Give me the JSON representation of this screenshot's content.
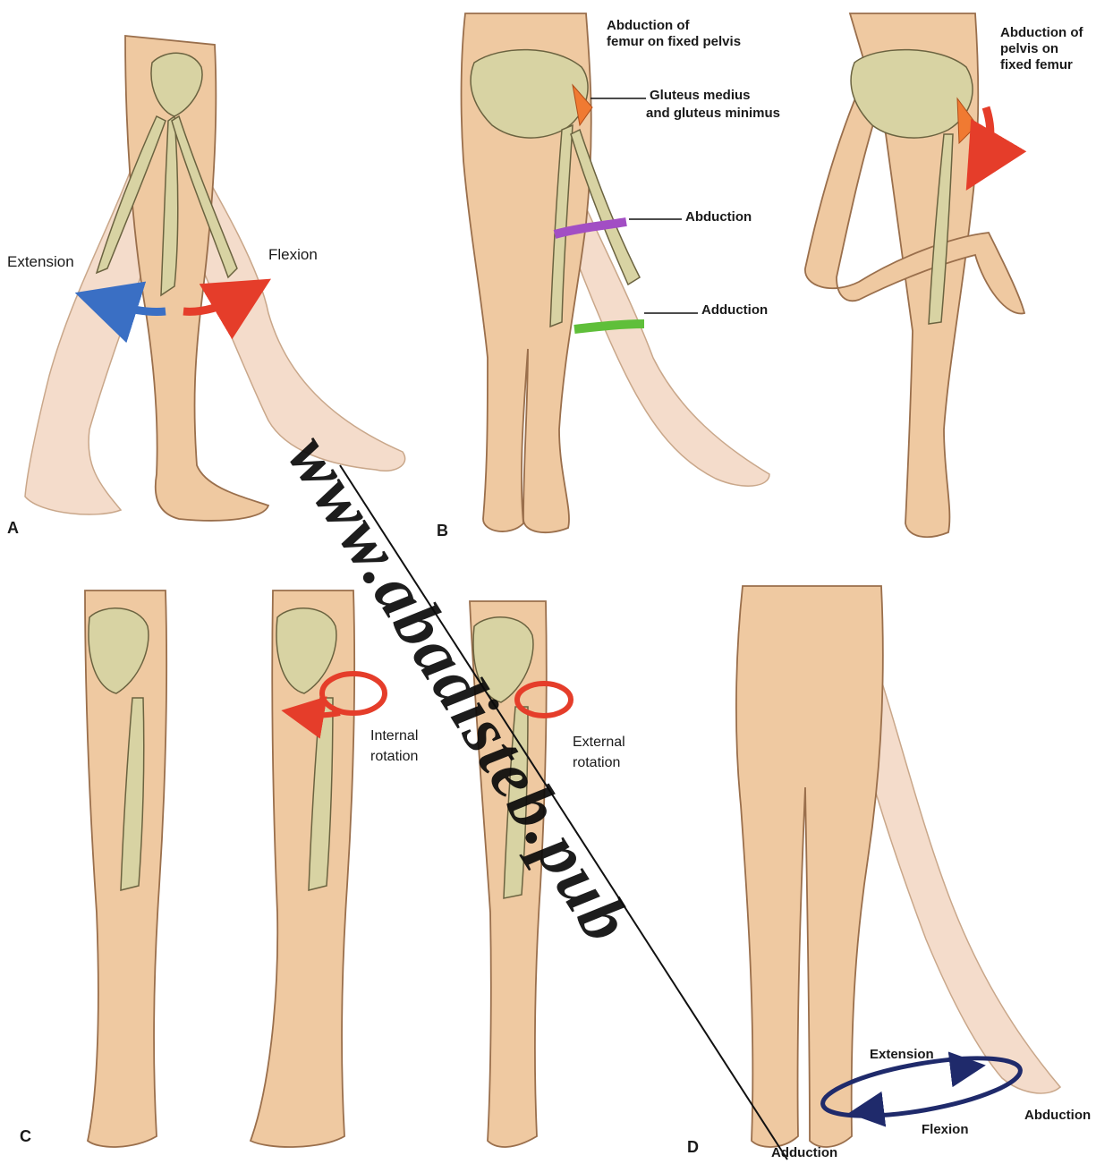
{
  "panels": {
    "a": {
      "letter": "A",
      "extension_label": "Extension",
      "flexion_label": "Flexion"
    },
    "b": {
      "letter": "B",
      "abduction_femur_line1": "Abduction of",
      "abduction_femur_line2": "femur on fixed pelvis",
      "gluteus_line1": "Gluteus medius",
      "gluteus_line2": "and gluteus minimus",
      "abduction_label": "Abduction",
      "adduction_label": "Adduction",
      "abduction_pelvis_line1": "Abduction of",
      "abduction_pelvis_line2": "pelvis on",
      "abduction_pelvis_line3": "fixed femur"
    },
    "c": {
      "letter": "C",
      "internal_line1": "Internal",
      "internal_line2": "rotation",
      "external_line1": "External",
      "external_line2": "rotation"
    },
    "d": {
      "letter": "D",
      "extension_label": "Extension",
      "flexion_label": "Flexion",
      "abduction_label": "Abduction",
      "adduction_label": "Adduction"
    }
  },
  "watermark": "www.abadisteb.pub",
  "colors": {
    "skin": "#efc9a1",
    "skin_light": "#f4dccb",
    "skin_outline": "#9a6f4c",
    "bone": "#d8d3a3",
    "bone_outline": "#6b6340",
    "arrow_red": "#e53d2a",
    "arrow_blue": "#3a6fc4",
    "arrow_purple": "#a24ec4",
    "arrow_green": "#5fbf3a",
    "muscle_orange": "#f07a32",
    "circle_navy": "#1f2a6b"
  }
}
